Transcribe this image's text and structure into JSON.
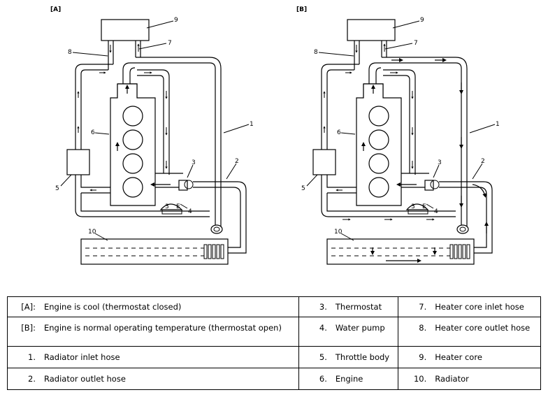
{
  "diagram": {
    "panel_a": "[A]",
    "panel_b": "[B]",
    "callouts": [
      "1",
      "2",
      "3",
      "4",
      "5",
      "6",
      "7",
      "8",
      "9",
      "10"
    ]
  },
  "legend": {
    "rows": [
      [
        {
          "key": "[A]:",
          "text": "Engine is cool (thermostat closed)"
        },
        {
          "key": "3.",
          "text": "Thermostat"
        },
        {
          "key": "7.",
          "text": "Heater core inlet hose"
        }
      ],
      [
        {
          "key": "[B]:",
          "text": "Engine is normal operating temperature (thermostat open)"
        },
        {
          "key": "4.",
          "text": "Water pump"
        },
        {
          "key": "8.",
          "text": "Heater core outlet hose"
        }
      ],
      [
        {
          "key": "1.",
          "text": "Radiator inlet hose"
        },
        {
          "key": "5.",
          "text": "Throttle body"
        },
        {
          "key": "9.",
          "text": "Heater core"
        }
      ],
      [
        {
          "key": "2.",
          "text": "Radiator outlet hose"
        },
        {
          "key": "6.",
          "text": "Engine"
        },
        {
          "key": "10.",
          "text": "Radiator"
        }
      ]
    ]
  }
}
